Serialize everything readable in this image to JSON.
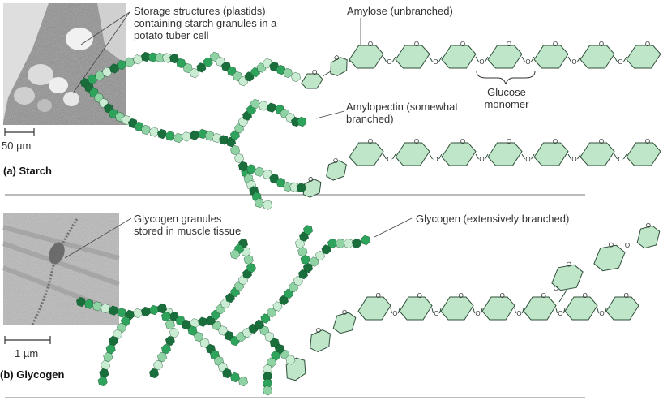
{
  "starch": {
    "section_label": "(a) Starch",
    "micrograph_note": "Storage structures (plastids) containing starch granules in a potato tuber cell",
    "scale_bar": "50 µm",
    "amylose_label": "Amylose (unbranched)",
    "amylopectin_label": "Amylopectin (somewhat branched)",
    "glucose_label": "Glucose monomer",
    "bond_glyph": "O"
  },
  "glycogen": {
    "section_label": "(b) Glycogen",
    "micrograph_note": "Glycogen granules stored in muscle tissue",
    "scale_bar": "1 µm",
    "glycogen_label": "Glycogen (extensively branched)"
  },
  "colors": {
    "ring_fill": "#bfe6c8",
    "ring_stroke": "#2f4f3a",
    "bead_dark": "#1a6e3b",
    "bead_mid": "#2ea35b",
    "bead_light": "#8fd3a4",
    "bead_pale": "#c9ecd3",
    "rule": "#777777"
  }
}
